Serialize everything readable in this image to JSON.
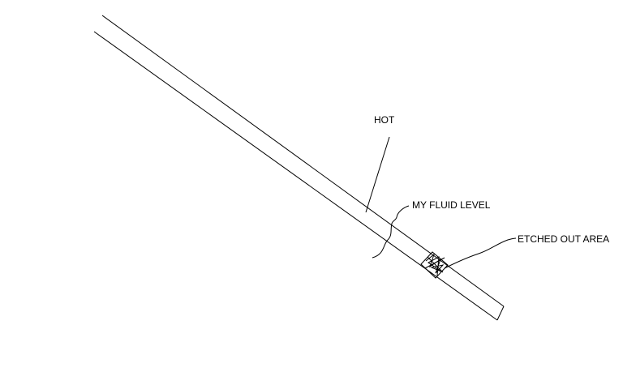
{
  "diagram": {
    "labels": {
      "hot": "HOT",
      "fluid_level": "MY FLUID LEVEL",
      "etched_area": "ETCHED OUT AREA"
    },
    "colors": {
      "background": "#ffffff",
      "ink": "#000000"
    }
  }
}
